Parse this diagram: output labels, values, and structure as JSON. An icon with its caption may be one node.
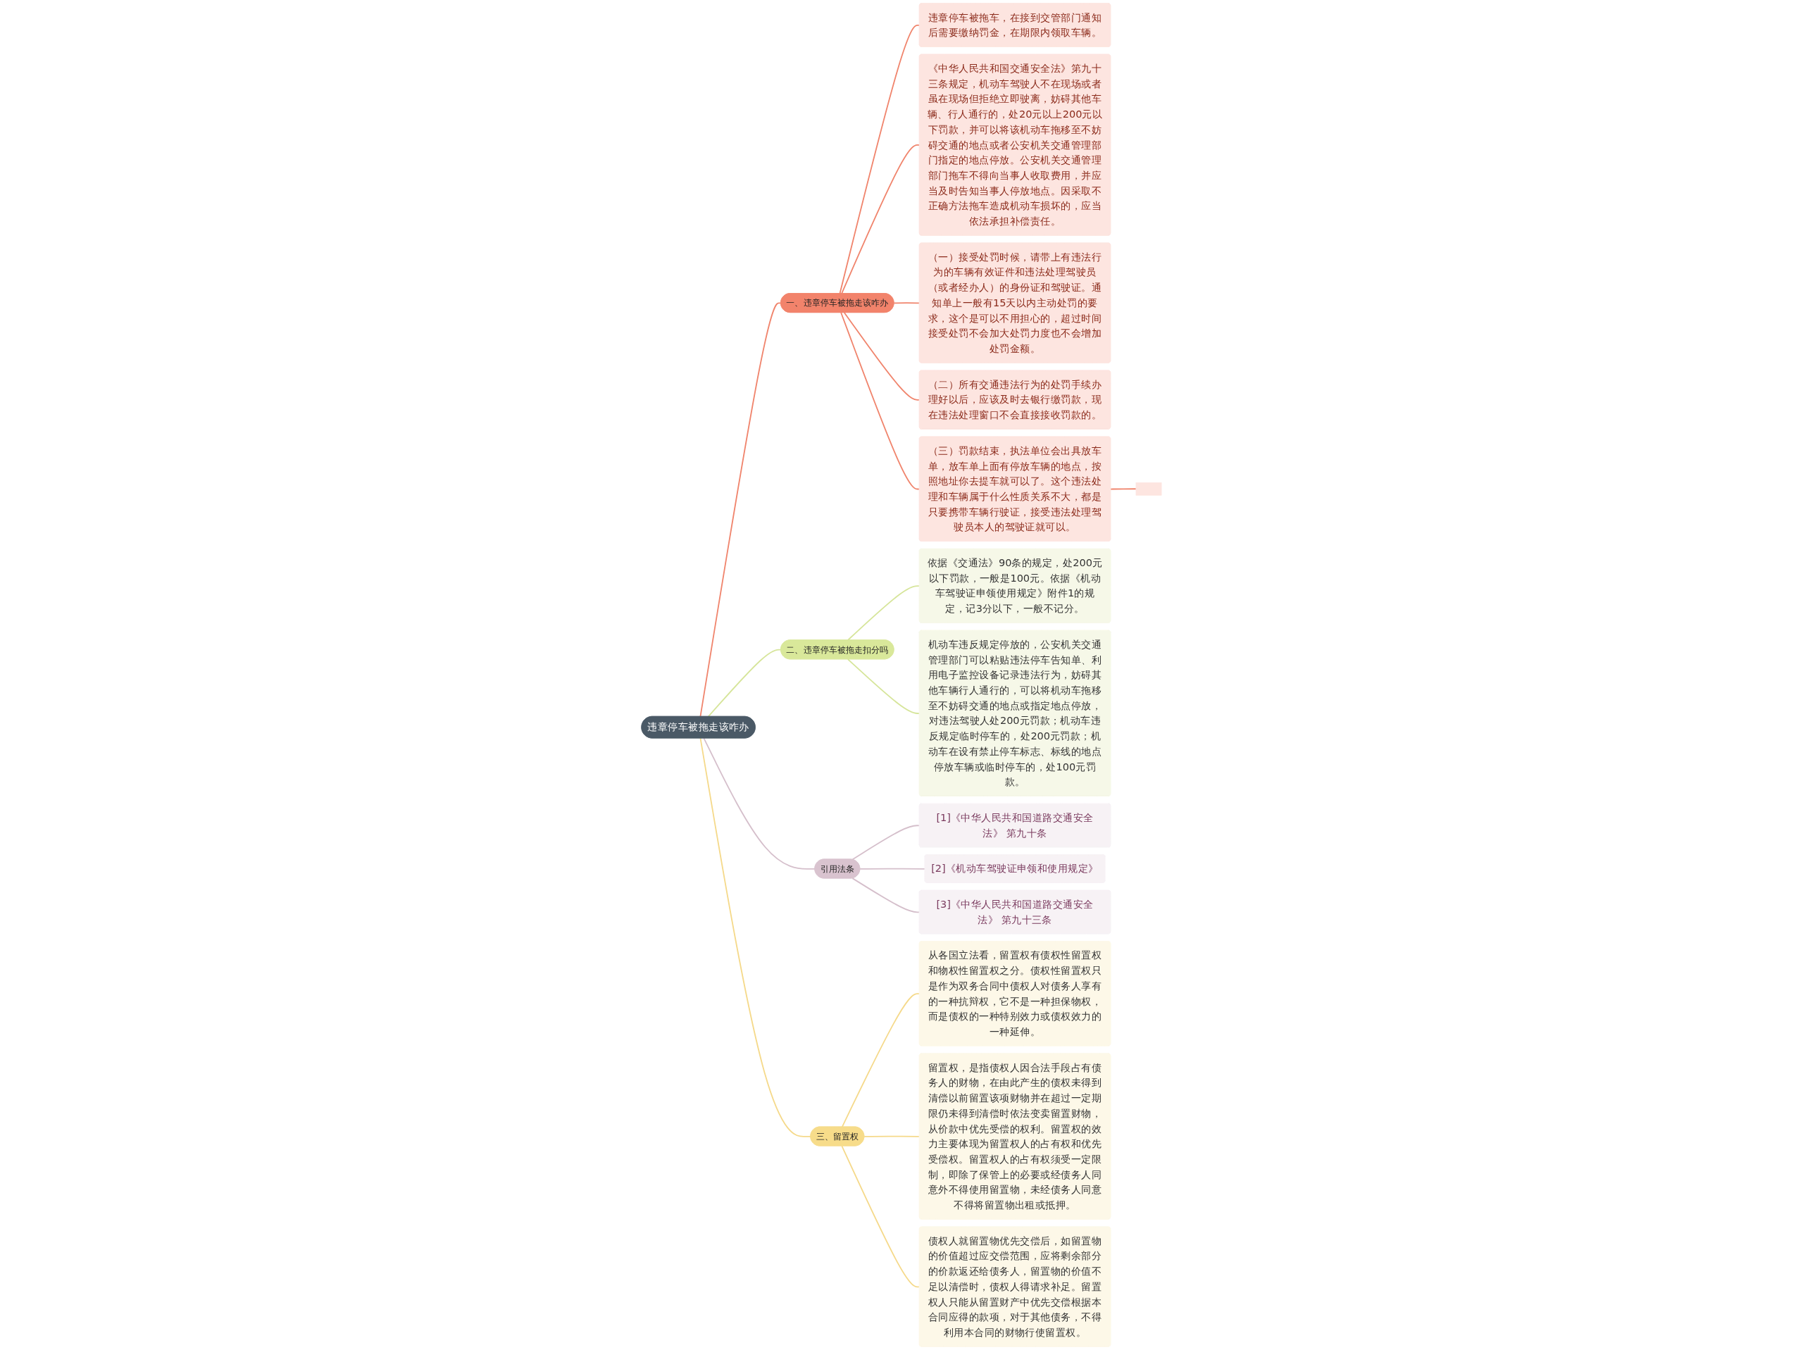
{
  "diagram": {
    "nodes": [
      {
        "text": [
          "违章停车被拖走该咋办"
        ]
      },
      {
        "text": [
          "一、违章停车被拖走该咋办"
        ]
      },
      {
        "text": [
          "违章停车被拖车，在接到交管部门通知后需要缴纳罚金，在期限内领取车辆。"
        ]
      },
      {
        "text": [
          "《中华人民共和国交通安全法》第九十三条规定，机动车驾驶人不在现场或者虽在现场但拒绝立即驶离，妨碍其他车辆、行人通行的，处20元以上200元以下罚款，并可以将该机动车拖移至不妨碍交通的地点或者公安机关交通管理部门指定的地点停放。公安机关交通管理部门拖车不得向当事人收取费用，并应当及时告知当事人停放地点。因采取不正确方法拖车造成机动车损坏的，应当依法承担补偿责任。"
        ]
      },
      {
        "text": [
          "（一）接受处罚时候，请带上有违法行为的车辆有效证件和违法处理驾驶员（或者经办人）的身份证和驾驶证。通知单上一般有15天以内主动处罚的要求，这个是可以不用担心的，超过时间接受处罚不会加大处罚力度也不会增加处罚金额。"
        ]
      },
      {
        "text": [
          "（二）所有交通违法行为的处罚手续办理好以后，应该及时去银行缴罚款，现在违法处理窗口不会直接接收罚款的。"
        ]
      },
      {
        "text": [
          "（三）罚款结束，执法单位会出具放车单，放车单上面有停放车辆的地点，按照地址你去提车就可以了。这个违法处理和车辆属于什么性质关系不大，都是只要携带车辆行驶证，接受违法处理驾驶员本人的驾驶证就可以。"
        ]
      },
      {
        "text": [],
        "shape": "box"
      },
      {
        "text": [
          "二、违章停车被拖走扣分吗"
        ]
      },
      {
        "text": [
          "依据《交通法》90条的规定，处200元以下罚款，一般是100元。依据《机动车驾驶证申领使用规定》附件1的规定，记3分以下，一般不记分。"
        ]
      },
      {
        "text": [
          "机动车违反规定停放的，公安机关交通管理部门可以粘贴违法停车告知单、利用电子监控设备记录违法行为，妨碍其他车辆行人通行的，可以将机动车拖移至不妨碍交通的地点或指定地点停放，对违法驾驶人处200元罚款；机动车违反规定临时停车的，处200元罚款；机动车在设有禁止停车标志、标线的地点停放车辆或临时停车的，处100元罚款。"
        ]
      },
      {
        "text": [
          "引用法条"
        ]
      },
      {
        "text": [
          "[1]《中华人民共和国道路交通安全法》 第九十条"
        ]
      },
      {
        "text": [
          "[2]《机动车驾驶证申领和使用规定》"
        ]
      },
      {
        "text": [
          "[3]《中华人民共和国道路交通安全法》 第九十三条"
        ]
      },
      {
        "text": [
          "三、留置权"
        ]
      },
      {
        "text": [
          "从各国立法看，留置权有债权性留置权和物权性留置权之分。债权性留置权只是作为双务合同中债权人对债务人享有的一种抗辩权，它不是一种担保物权，而是债权的一种特别效力或债权效力的一种延伸。"
        ]
      },
      {
        "text": [
          "留置权，是指债权人因合法手段占有债务人的财物，在由此产生的债权未得到清偿以前留置该项财物并在超过一定期限仍未得到清偿时依法变卖留置财物，从价款中优先受偿的权利。留置权的效力主要体现为留置权人的占有权和优先受偿权。留置权人的占有权须受一定限制，即除了保管上的必要或经债务人同意外不得使用留置物，未经债务人同意不得将留置物出租或抵押。"
        ]
      },
      {
        "text": [
          "债权人就留置物优先交偿后，如留置物的价值超过应交偿范围，应将剩余部分的价款返还给债务人，留置物的价值不足以清偿时，债权人得请求补足。留置权人只能从留置财产中优先交偿根据本合同应得的款项，对于其他债务，不得利用本合同的财物行使留置权。"
        ]
      }
    ],
    "edges": [
      {
        "from": 0,
        "to": 1,
        "arrow": "none",
        "color": "#f0846c"
      },
      {
        "from": 1,
        "to": 2,
        "arrow": "none",
        "color": "#f0846c"
      },
      {
        "from": 1,
        "to": 3,
        "arrow": "none",
        "color": "#f0846c"
      },
      {
        "from": 1,
        "to": 4,
        "arrow": "none",
        "color": "#f0846c"
      },
      {
        "from": 1,
        "to": 5,
        "arrow": "none",
        "color": "#f0846c"
      },
      {
        "from": 1,
        "to": 6,
        "arrow": "none",
        "color": "#f0846c"
      },
      {
        "from": 6,
        "to": 7,
        "arrow": "none",
        "color": "#f0846c"
      },
      {
        "from": 0,
        "to": 8,
        "arrow": "none",
        "color": "#d6e59a"
      },
      {
        "from": 8,
        "to": 9,
        "arrow": "none",
        "color": "#d6e59a"
      },
      {
        "from": 8,
        "to": 10,
        "arrow": "none",
        "color": "#d6e59a"
      },
      {
        "from": 0,
        "to": 11,
        "arrow": "none",
        "color": "#d5bfcb"
      },
      {
        "from": 11,
        "to": 12,
        "arrow": "none",
        "color": "#d5bfcb"
      },
      {
        "from": 11,
        "to": 13,
        "arrow": "none",
        "color": "#d5bfcb"
      },
      {
        "from": 11,
        "to": 14,
        "arrow": "none",
        "color": "#d5bfcb"
      },
      {
        "from": 0,
        "to": 15,
        "arrow": "none",
        "color": "#f5d98a"
      },
      {
        "from": 15,
        "to": 16,
        "arrow": "none",
        "color": "#f5d98a"
      },
      {
        "from": 15,
        "to": 17,
        "arrow": "none",
        "color": "#f5d98a"
      },
      {
        "from": 15,
        "to": 18,
        "arrow": "none",
        "color": "#f5d98a"
      }
    ]
  }
}
